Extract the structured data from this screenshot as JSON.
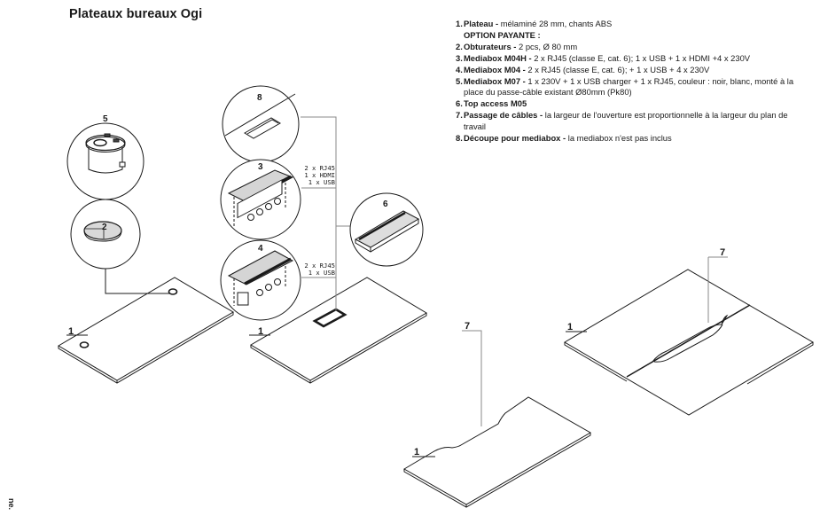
{
  "title": "Plateaux bureaux Ogi",
  "legend": {
    "items": [
      {
        "num": "1.",
        "name": "Plateau",
        "sep": " - ",
        "desc": "mélaminé 28 mm, chants ABS"
      },
      {
        "option_label": "OPTION PAYANTE :"
      },
      {
        "num": "2.",
        "name": "Obturateurs",
        "sep": " - ",
        "desc": "2 pcs, Ø 80 mm"
      },
      {
        "num": "3.",
        "name": "Mediabox M04H",
        "sep": " - ",
        "desc": "2 x RJ45 (classe E, cat. 6); 1 x USB + 1 x HDMI +4 x 230V"
      },
      {
        "num": "4.",
        "name": "Mediabox M04",
        "sep": " - ",
        "desc": "2 x RJ45 (classe E, cat. 6); + 1 x USB + 4 x 230V"
      },
      {
        "num": "5.",
        "name": "Mediabox M07",
        "sep": " - ",
        "desc": "1 x 230V + 1 x USB charger + 1 x RJ45, couleur : noir, blanc, monté à la place du passe-câble existant Ø80mm (Pk80)"
      },
      {
        "num": "6.",
        "name": "Top access M05",
        "sep": "",
        "desc": ""
      },
      {
        "num": "7.",
        "name": "Passage de câbles",
        "sep": " - ",
        "desc": "la largeur de l'ouverture est proportionnelle à la largeur du plan de travail"
      },
      {
        "num": "8.",
        "name": "Découpe pour mediabox",
        "sep": " - ",
        "desc": "la mediabox n'est pas inclus"
      }
    ]
  },
  "callouts": {
    "c1a": "1",
    "c1b": "1",
    "c1c": "1",
    "c1d": "1",
    "c2": "2",
    "c3": "3",
    "c4": "4",
    "c5": "5",
    "c6": "6",
    "c7a": "7",
    "c7b": "7",
    "c8": "8"
  },
  "port_labels": {
    "m04h": [
      "2 x RJ45",
      "1 x HDMI",
      "1 x USB"
    ],
    "m04": [
      "2 x RJ45",
      "1 x USB"
    ]
  },
  "side_note": "ne."
}
